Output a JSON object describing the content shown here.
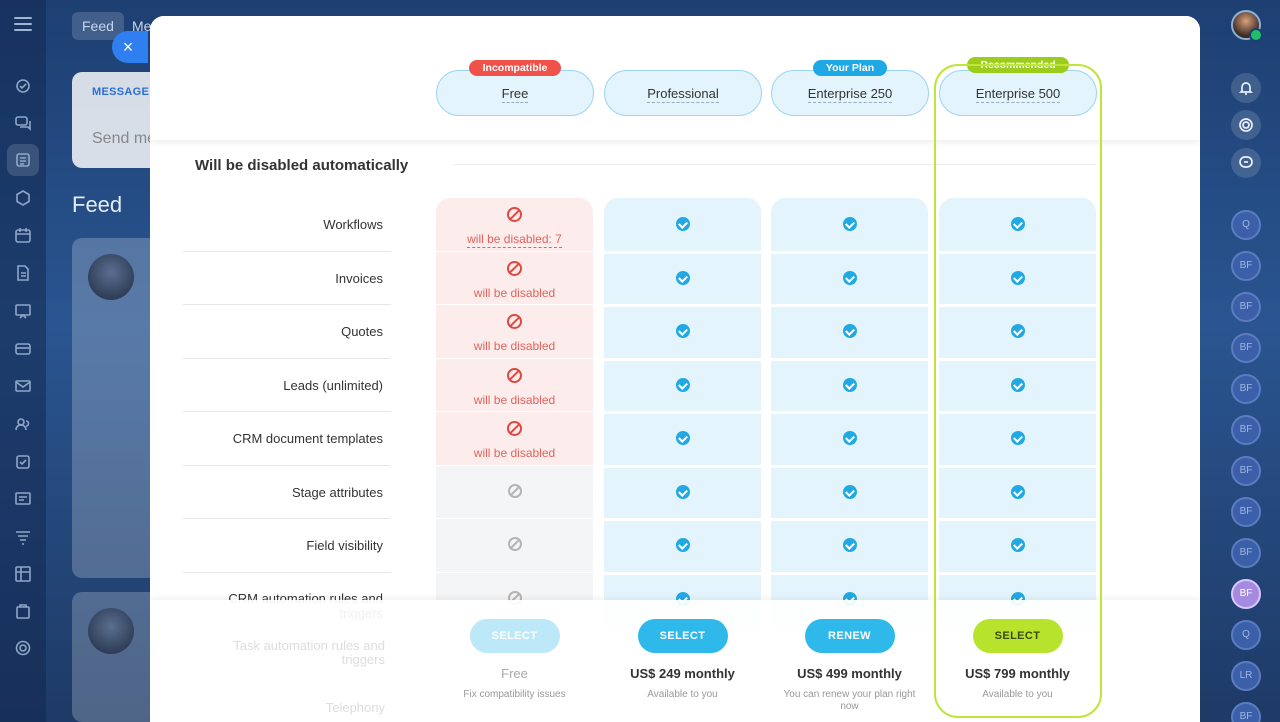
{
  "background": {
    "tabs": [
      "Feed",
      "Me"
    ],
    "message_label": "MESSAGE",
    "message_placeholder": "Send me",
    "feed_title": "Feed"
  },
  "close_label": "×",
  "plans": [
    {
      "name": "Free",
      "badge": "Incompatible",
      "badge_color": "#f0524a"
    },
    {
      "name": "Professional",
      "badge": "",
      "badge_color": ""
    },
    {
      "name": "Enterprise 250",
      "badge": "Your Plan",
      "badge_color": "#1fa8e6"
    },
    {
      "name": "Enterprise 500",
      "badge": "Recommended",
      "badge_color": "#9ccc1c"
    }
  ],
  "section_title": "Will be disabled automatically",
  "features": [
    {
      "label": "Workflows",
      "free": "will be disabled: 7"
    },
    {
      "label": "Invoices",
      "free": "will be disabled"
    },
    {
      "label": "Quotes",
      "free": "will be disabled"
    },
    {
      "label": "Leads (unlimited)",
      "free": "will be disabled"
    },
    {
      "label": "CRM document templates",
      "free": "will be disabled"
    },
    {
      "label": "Stage attributes",
      "free": ""
    },
    {
      "label": "Field visibility",
      "free": ""
    },
    {
      "label": "CRM automation rules and triggers",
      "free": ""
    }
  ],
  "faded_features": [
    "Task automation rules and triggers",
    "Telephony"
  ],
  "footer": [
    {
      "button": "SELECT",
      "price": "Free",
      "note": "Fix compatibility issues",
      "button_color": "#bde8f8"
    },
    {
      "button": "SELECT",
      "price": "US$ 249 monthly",
      "note": "Available to you",
      "button_color": "#2fb8ea"
    },
    {
      "button": "RENEW",
      "price": "US$ 499 monthly",
      "note": "You can renew your plan right now",
      "button_color": "#2fb8ea"
    },
    {
      "button": "SELECT",
      "price": "US$ 799 monthly",
      "note": "Available to you",
      "button_color": "#b8e32c"
    }
  ],
  "right_sidebar": {
    "circles": [
      "Q",
      "BF",
      "BF",
      "BF",
      "BF",
      "BF",
      "BF",
      "BF",
      "BF",
      "BF",
      "Q",
      "LR",
      "BF"
    ]
  },
  "colors": {
    "free_column_disabled": "#fdecec",
    "free_column_grey": "#f4f5f6",
    "paid_column": "#e4f4fd",
    "recommended_frame": "#bde53a",
    "check": "#22a9e2"
  }
}
